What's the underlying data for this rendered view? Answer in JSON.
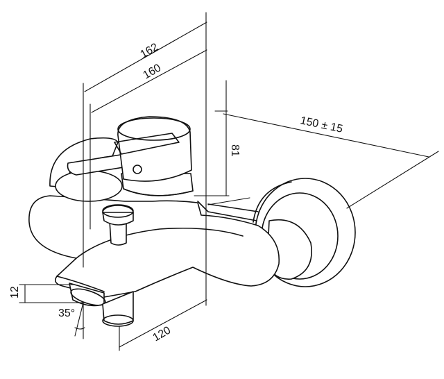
{
  "dimensions": {
    "overall_162": "162",
    "overall_160": "160",
    "wall_spacing": "150 ± 15",
    "height_81": "81",
    "spout_120": "120",
    "outlet_12": "12",
    "angle_35": "35°"
  }
}
